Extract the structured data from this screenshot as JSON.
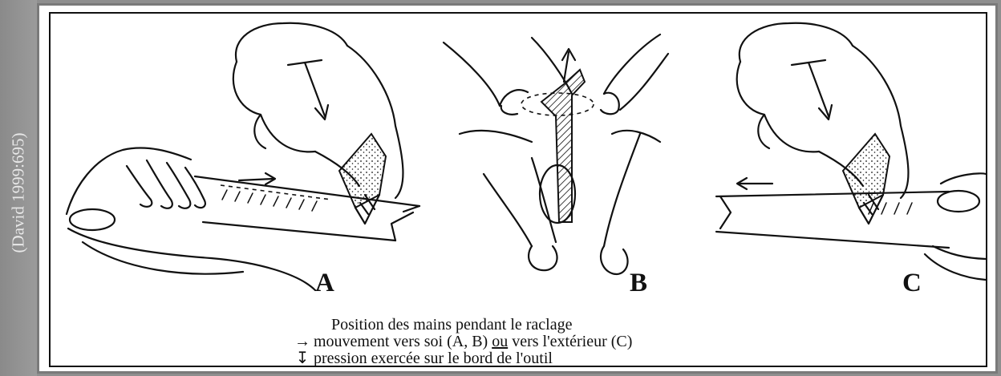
{
  "side_caption": "(David 1999:695)",
  "panels": [
    {
      "label": "A"
    },
    {
      "label": "B"
    },
    {
      "label": "C"
    }
  ],
  "legend": {
    "title": "Position des mains pendant le raclage",
    "row1": {
      "symbol": "→",
      "text_before": "mouvement vers soi (A, B)",
      "emphasis": "ou",
      "text_after": "vers l'extérieur (C)"
    },
    "row2": {
      "symbol": "↧",
      "text": "pression exercée sur le bord de l'outil"
    }
  }
}
